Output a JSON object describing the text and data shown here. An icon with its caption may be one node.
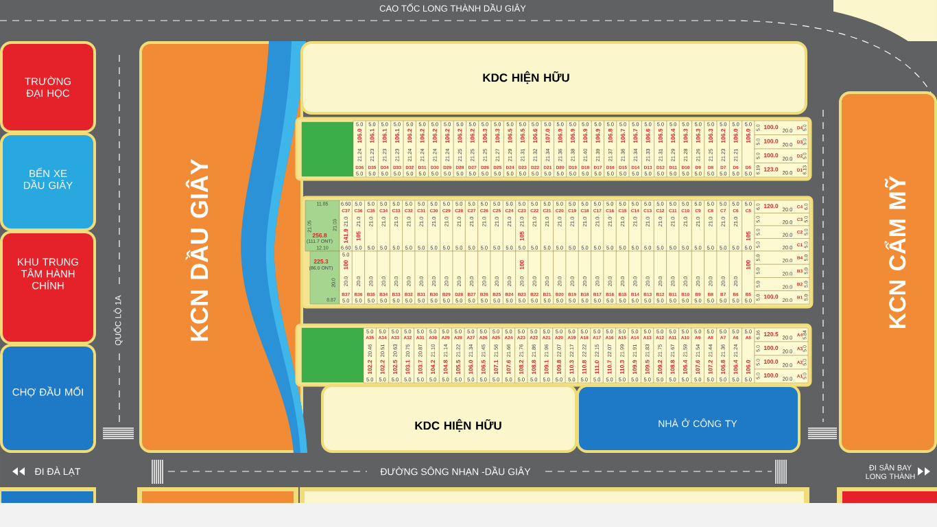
{
  "diagram": {
    "nodes": [
      {
        "text": [
          "TRƯỜNG ĐẠI HỌC"
        ]
      },
      {
        "text": [
          "BẾN XE DẦU GIÂY"
        ]
      },
      {
        "text": [
          "KHU TRUNG TÂM HÀNH CHÍNH"
        ]
      },
      {
        "text": [
          "CHỢ ĐẦU MỐI"
        ]
      },
      {
        "text": [
          "KCN DẦU GIÂY"
        ]
      },
      {
        "text": [
          "KDC HIỆN HỮU"
        ]
      },
      {
        "text": [],
        "shape": "box"
      },
      {
        "text": [],
        "shape": "box",
        "in": 6
      },
      {
        "text": [
          "5.0",
          "106.0",
          "21.24",
          "D36",
          "5.0"
        ],
        "in": 6
      },
      {
        "text": [
          "5.0",
          "106.1",
          "21.23",
          "D35",
          "5.0"
        ],
        "in": 6
      },
      {
        "text": [
          "5.0",
          "106.1",
          "21.23",
          "D34",
          "5.0"
        ],
        "in": 6
      },
      {
        "text": [
          "5.0",
          "106.1",
          "21.23",
          "D33",
          "5.0"
        ],
        "in": 6
      },
      {
        "text": [
          "5.0",
          "106.2",
          "21.24",
          "D32",
          "5.0"
        ],
        "in": 6
      },
      {
        "text": [
          "5.0",
          "106.2",
          "21.24",
          "D31",
          "5.0"
        ],
        "in": 6
      },
      {
        "text": [
          "5.0",
          "106.2",
          "21.24",
          "D30",
          "5.0"
        ],
        "in": 6
      },
      {
        "text": [
          "5.0",
          "106.2",
          "21.24",
          "D29",
          "5.0"
        ],
        "in": 6
      },
      {
        "text": [
          "5.0",
          "106.2",
          "21.25",
          "D28",
          "5.0"
        ],
        "in": 6
      },
      {
        "text": [
          "5.0",
          "106.2",
          "21.25",
          "D27",
          "5.0"
        ],
        "in": 6
      },
      {
        "text": [
          "5.0",
          "106.3",
          "21.25",
          "D26",
          "5.0"
        ],
        "in": 6
      },
      {
        "text": [
          "5.0",
          "106.3",
          "21.27",
          "D25",
          "5.0"
        ],
        "in": 6
      },
      {
        "text": [
          "5.0",
          "106.5",
          "21.29",
          "D24",
          "5.0"
        ],
        "in": 6
      },
      {
        "text": [
          "5.0",
          "106.5",
          "21.31",
          "D23",
          "5.0"
        ],
        "in": 6
      },
      {
        "text": [
          "5.0",
          "106.6",
          "21.32",
          "D22",
          "5.0"
        ],
        "in": 6
      },
      {
        "text": [
          "5.0",
          "107.0",
          "21.34",
          "D21",
          "5.0"
        ],
        "in": 6
      },
      {
        "text": [
          "5.0",
          "106.9",
          "21.36",
          "D20",
          "5.0"
        ],
        "in": 6
      },
      {
        "text": [
          "5.0",
          "106.9",
          "21.38",
          "D19",
          "5.0"
        ],
        "in": 6
      },
      {
        "text": [
          "5.0",
          "106.9",
          "21.40",
          "D18",
          "5.0"
        ],
        "in": 6
      },
      {
        "text": [
          "5.0",
          "106.9",
          "21.39",
          "D17",
          "5.0"
        ],
        "in": 6
      },
      {
        "text": [
          "5.0",
          "106.8",
          "21.37",
          "D16",
          "5.0"
        ],
        "in": 6
      },
      {
        "text": [
          "5.0",
          "106.7",
          "21.36",
          "D15",
          "5.0"
        ],
        "in": 6
      },
      {
        "text": [
          "5.0",
          "106.7",
          "21.34",
          "D14",
          "5.0"
        ],
        "in": 6
      },
      {
        "text": [
          "5.0",
          "106.6",
          "21.33",
          "D13",
          "5.0"
        ],
        "in": 6
      },
      {
        "text": [
          "5.0",
          "106.5",
          "21.31",
          "D12",
          "5.0"
        ],
        "in": 6
      },
      {
        "text": [
          "5.0",
          "106.4",
          "21.29",
          "D11",
          "5.0"
        ],
        "in": 6
      },
      {
        "text": [
          "5.0",
          "106.3",
          "21.28",
          "D10",
          "5.0"
        ],
        "in": 6
      },
      {
        "text": [
          "5.0",
          "106.3",
          "21.26",
          "D9",
          "5.0"
        ],
        "in": 6
      },
      {
        "text": [
          "5.0",
          "106.3",
          "21.25",
          "D8",
          "5.0"
        ],
        "in": 6
      },
      {
        "text": [
          "5.0",
          "106.2",
          "21.23",
          "D7",
          "5.0"
        ],
        "in": 6
      },
      {
        "text": [
          "5.0",
          "106.0",
          "21.21",
          "D6",
          "5.0"
        ],
        "in": 6
      },
      {
        "text": [
          "5.0",
          "106.0",
          "D5",
          "5.0"
        ],
        "in": 6
      },
      {
        "text": [
          "5.0",
          "100.0",
          "20.0",
          "D4",
          "5.0"
        ],
        "in": 6
      },
      {
        "text": [
          "5.0",
          "100.0",
          "20.0",
          "D3",
          "5.0"
        ],
        "in": 6
      },
      {
        "text": [
          "5.0",
          "100.0",
          "20.0",
          "D2",
          "5.0"
        ],
        "in": 6
      },
      {
        "text": [
          "6.19",
          "123.0",
          "20.0",
          "D1",
          "6.13"
        ],
        "in": 6
      },
      {
        "text": [],
        "shape": "box"
      },
      {
        "text": [
          "11.85",
          "21.05",
          "21.03",
          "256.8",
          "(111.7 ONT)",
          "12.10"
        ],
        "in": 44
      },
      {
        "text": [
          "6.60",
          "C37",
          "21.0",
          "141.9",
          "6.60"
        ],
        "in": 44
      },
      {
        "text": [
          "5.0",
          "C36",
          "21.0",
          "105",
          "5.0"
        ],
        "in": 44
      },
      {
        "text": [
          "5.0",
          "C35",
          "21.0",
          "5.0"
        ],
        "in": 44
      },
      {
        "text": [
          "5.0",
          "C34",
          "21.0",
          "5.0"
        ],
        "in": 44
      },
      {
        "text": [
          "5.0",
          "C33",
          "21.0",
          "5.0"
        ],
        "in": 44
      },
      {
        "text": [
          "5.0",
          "C32",
          "21.0",
          "5.0"
        ],
        "in": 44
      },
      {
        "text": [
          "5.0",
          "C31",
          "21.0",
          "5.0"
        ],
        "in": 44
      },
      {
        "text": [
          "5.0",
          "C30",
          "21.0",
          "5.0"
        ],
        "in": 44
      },
      {
        "text": [
          "5.0",
          "C29",
          "21.0",
          "5.0"
        ],
        "in": 44
      },
      {
        "text": [
          "5.0",
          "C28",
          "21.0",
          "5.0"
        ],
        "in": 44
      },
      {
        "text": [
          "5.0",
          "C27",
          "21.0",
          "5.0"
        ],
        "in": 44
      },
      {
        "text": [
          "5.0",
          "C26",
          "21.0",
          "5.0"
        ],
        "in": 44
      },
      {
        "text": [
          "5.0",
          "C25",
          "21.0",
          "5.0"
        ],
        "in": 44
      },
      {
        "text": [
          "5.0",
          "C24",
          "21.0",
          "5.0"
        ],
        "in": 44
      },
      {
        "text": [
          "5.0",
          "C23",
          "21.0",
          "105",
          "5.0"
        ],
        "in": 44
      },
      {
        "text": [
          "5.0",
          "C22",
          "21.0",
          "5.0"
        ],
        "in": 44
      },
      {
        "text": [
          "5.0",
          "C21",
          "21.0",
          "5.0"
        ],
        "in": 44
      },
      {
        "text": [
          "5.0",
          "C20",
          "21.0",
          "5.0"
        ],
        "in": 44
      },
      {
        "text": [
          "5.0",
          "C19",
          "21.0",
          "5.0"
        ],
        "in": 44
      },
      {
        "text": [
          "5.0",
          "C18",
          "21.0",
          "5.0"
        ],
        "in": 44
      },
      {
        "text": [
          "5.0",
          "C17",
          "21.0",
          "5.0"
        ],
        "in": 44
      },
      {
        "text": [
          "5.0",
          "C16",
          "21.0",
          "5.0"
        ],
        "in": 44
      },
      {
        "text": [
          "5.0",
          "C15",
          "21.0",
          "5.0"
        ],
        "in": 44
      },
      {
        "text": [
          "5.0",
          "C14",
          "21.0",
          "5.0"
        ],
        "in": 44
      },
      {
        "text": [
          "5.0",
          "C13",
          "21.0",
          "5.0"
        ],
        "in": 44
      },
      {
        "text": [
          "5.0",
          "C12",
          "21.0",
          "5.0"
        ],
        "in": 44
      },
      {
        "text": [
          "5.0",
          "C11",
          "21.0",
          "5.0"
        ],
        "in": 44
      },
      {
        "text": [
          "5.0",
          "C10",
          "21.0",
          "5.0"
        ],
        "in": 44
      },
      {
        "text": [
          "5.0",
          "C9",
          "21.0",
          "5.0"
        ],
        "in": 44
      },
      {
        "text": [
          "5.0",
          "C8",
          "21.0",
          "5.0"
        ],
        "in": 44
      },
      {
        "text": [
          "5.0",
          "C7",
          "21.0",
          "5.0"
        ],
        "in": 44
      },
      {
        "text": [
          "5.0",
          "C6",
          "21.0",
          "5.0"
        ],
        "in": 44
      },
      {
        "text": [
          "5.0",
          "C5",
          "105",
          "5.0"
        ],
        "in": 44
      },
      {
        "text": [
          "6.0",
          "120.0",
          "20.0",
          "C4",
          "6.0"
        ],
        "in": 44
      },
      {
        "text": [
          "5.0",
          "20.0",
          "C3",
          "5.0"
        ],
        "in": 44
      },
      {
        "text": [
          "5.0",
          "20.0",
          "C2",
          "5.0"
        ],
        "in": 44
      },
      {
        "text": [
          "5.0",
          "20.0",
          "C1",
          "5.0"
        ],
        "in": 44
      },
      {
        "text": [
          "225.3",
          "(86.0 ONT)",
          "20.0",
          "8.87"
        ],
        "in": 44
      },
      {
        "text": [
          "5.0",
          "100",
          "20.0",
          "B37",
          "5.0"
        ],
        "in": 44
      },
      {
        "text": [
          "20.0",
          "B36",
          "5.0"
        ],
        "in": 44
      },
      {
        "text": [
          "20.0",
          "B35",
          "5.0"
        ],
        "in": 44
      },
      {
        "text": [
          "20.0",
          "B34",
          "5.0"
        ],
        "in": 44
      },
      {
        "text": [
          "20.0",
          "B33",
          "5.0"
        ],
        "in": 44
      },
      {
        "text": [
          "20.0",
          "B32",
          "5.0"
        ],
        "in": 44
      },
      {
        "text": [
          "20.0",
          "B31",
          "5.0"
        ],
        "in": 44
      },
      {
        "text": [
          "20.0",
          "B30",
          "5.0"
        ],
        "in": 44
      },
      {
        "text": [
          "20.0",
          "B29",
          "5.0"
        ],
        "in": 44
      },
      {
        "text": [
          "20.0",
          "D28",
          "5.0"
        ],
        "in": 44
      },
      {
        "text": [
          "20.0",
          "B27",
          "5.0"
        ],
        "in": 44
      },
      {
        "text": [
          "20.0",
          "B26",
          "5.0"
        ],
        "in": 44
      },
      {
        "text": [
          "20.0",
          "B25",
          "5.0"
        ],
        "in": 44
      },
      {
        "text": [
          "20.0",
          "B24",
          "5.0"
        ],
        "in": 44
      },
      {
        "text": [
          "100",
          "20.0",
          "B23",
          "5.0"
        ],
        "in": 44
      },
      {
        "text": [
          "20.0",
          "B22",
          "5.0"
        ],
        "in": 44
      },
      {
        "text": [
          "20.0",
          "B21",
          "5.0"
        ],
        "in": 44
      },
      {
        "text": [
          "20.0",
          "B20",
          "5.0"
        ],
        "in": 44
      },
      {
        "text": [
          "20.0",
          "B19",
          "5.0"
        ],
        "in": 44
      },
      {
        "text": [
          "20.0",
          "B18",
          "5.0"
        ],
        "in": 44
      },
      {
        "text": [
          "20.0",
          "B17",
          "5.0"
        ],
        "in": 44
      },
      {
        "text": [
          "20.0",
          "B16",
          "5.0"
        ],
        "in": 44
      },
      {
        "text": [
          "20.0",
          "B15",
          "5.0"
        ],
        "in": 44
      },
      {
        "text": [
          "20.0",
          "B14",
          "5.0"
        ],
        "in": 44
      },
      {
        "text": [
          "20.0",
          "B13",
          "5.0"
        ],
        "in": 44
      },
      {
        "text": [
          "20.0",
          "B12",
          "5.0"
        ],
        "in": 44
      },
      {
        "text": [
          "20.0",
          "B11",
          "5.0"
        ],
        "in": 44
      },
      {
        "text": [
          "20.0",
          "B10",
          "5.0"
        ],
        "in": 44
      },
      {
        "text": [
          "20.0",
          "B9",
          "5.0"
        ],
        "in": 44
      },
      {
        "text": [
          "20.0",
          "B8",
          "5.0"
        ],
        "in": 44
      },
      {
        "text": [
          "20.0",
          "B7",
          "5.0"
        ],
        "in": 44
      },
      {
        "text": [
          "20.0",
          "B6",
          "5.0"
        ],
        "in": 44
      },
      {
        "text": [
          "100",
          "B5",
          "5.0"
        ],
        "in": 44
      },
      {
        "text": [
          "5.0",
          "20.0",
          "B4",
          "5.0"
        ],
        "in": 44
      },
      {
        "text": [
          "5.0",
          "20.0",
          "B3",
          "5.0"
        ],
        "in": 44
      },
      {
        "text": [
          "5.0",
          "20.0",
          "B2",
          "5.0"
        ],
        "in": 44
      },
      {
        "text": [
          "5.0",
          "100.0",
          "20.0",
          "B1",
          "5.0"
        ],
        "in": 44
      },
      {
        "text": [],
        "shape": "box"
      },
      {
        "text": [],
        "shape": "box",
        "in": 121
      },
      {
        "text": [
          "5.0",
          "A35",
          "20.46",
          "102.2",
          "5.0"
        ],
        "in": 121
      },
      {
        "text": [
          "5.0",
          "A34",
          "20.51",
          "102.2",
          "5.0"
        ],
        "in": 121
      },
      {
        "text": [
          "5.0",
          "A33",
          "20.63",
          "102.5",
          "5.0"
        ],
        "in": 121
      },
      {
        "text": [
          "5.0",
          "A32",
          "20.75",
          "103.1",
          "5.0"
        ],
        "in": 121
      },
      {
        "text": [
          "5.0",
          "A31",
          "20.87",
          "103.7",
          "5.0"
        ],
        "in": 121
      },
      {
        "text": [
          "5.0",
          "A30",
          "21.10",
          "104.2",
          "5.0"
        ],
        "in": 121
      },
      {
        "text": [
          "5.0",
          "A29",
          "21.14",
          "104.8",
          "5.0"
        ],
        "in": 121
      },
      {
        "text": [
          "5.0",
          "A28",
          "21.22",
          "105.5",
          "5.0"
        ],
        "in": 121
      },
      {
        "text": [
          "5.0",
          "A27",
          "21.34",
          "106.0",
          "5.0"
        ],
        "in": 121
      },
      {
        "text": [
          "5.0",
          "A26",
          "21.45",
          "106.5",
          "5.0"
        ],
        "in": 121
      },
      {
        "text": [
          "5.0",
          "A25",
          "21.56",
          "107.1",
          "5.0"
        ],
        "in": 121
      },
      {
        "text": [
          "5.0",
          "A24",
          "21.66",
          "107.6",
          "5.0"
        ],
        "in": 121
      },
      {
        "text": [
          "5.0",
          "A23",
          "21.76",
          "108.2",
          "5.0"
        ],
        "in": 121
      },
      {
        "text": [
          "5.0",
          "A22",
          "21.86",
          "108.8",
          "5.0"
        ],
        "in": 121
      },
      {
        "text": [
          "5.0",
          "A21",
          "21.96",
          "109.1",
          "5.0"
        ],
        "in": 121
      },
      {
        "text": [
          "5.0",
          "A20",
          "22.07",
          "109.8",
          "5.0"
        ],
        "in": 121
      },
      {
        "text": [
          "5.0",
          "A19",
          "22.17",
          "110.3",
          "5.0"
        ],
        "in": 121
      },
      {
        "text": [
          "5.0",
          "A18",
          "22.22",
          "110.8",
          "5.0"
        ],
        "in": 121
      },
      {
        "text": [
          "5.0",
          "A17",
          "22.15",
          "111.0",
          "5.0"
        ],
        "in": 121
      },
      {
        "text": [
          "5.0",
          "A16",
          "22.07",
          "110.7",
          "5.0"
        ],
        "in": 121
      },
      {
        "text": [
          "5.0",
          "A15",
          "21.99",
          "110.3",
          "5.0"
        ],
        "in": 121
      },
      {
        "text": [
          "5.0",
          "A14",
          "21.91",
          "109.9",
          "5.0"
        ],
        "in": 121
      },
      {
        "text": [
          "5.0",
          "A13",
          "21.83",
          "109.5",
          "5.0"
        ],
        "in": 121
      },
      {
        "text": [
          "5.0",
          "A12",
          "21.75",
          "109.2",
          "5.0"
        ],
        "in": 121
      },
      {
        "text": [
          "5.0",
          "A11",
          "21.67",
          "108.8",
          "5.0"
        ],
        "in": 121
      },
      {
        "text": [
          "5.0",
          "A10",
          "21.59",
          "106.4",
          "5.0"
        ],
        "in": 121
      },
      {
        "text": [
          "5.0",
          "A9",
          "21.54",
          "107.6",
          "5.0"
        ],
        "in": 121
      },
      {
        "text": [
          "5.0",
          "A8",
          "21.44",
          "107.2",
          "5.0"
        ],
        "in": 121
      },
      {
        "text": [
          "5.0",
          "A7",
          "21.36",
          "106.8",
          "5.0"
        ],
        "in": 121
      },
      {
        "text": [
          "5.0",
          "A6",
          "21.24",
          "106.4",
          "5.0"
        ],
        "in": 121
      },
      {
        "text": [
          "5.0",
          "A5",
          "106.0",
          "5.0"
        ],
        "in": 121
      },
      {
        "text": [
          "6.16",
          "120.5",
          "20.0",
          "A4",
          "5.84"
        ],
        "in": 121
      },
      {
        "text": [
          "5.0",
          "100.0",
          "20.0",
          "A3",
          "5.0"
        ],
        "in": 121
      },
      {
        "text": [
          "5.0",
          "100.0",
          "20.0",
          "A2",
          "5.0"
        ],
        "in": 121
      },
      {
        "text": [
          "5.0",
          "100.0",
          "20.0",
          "A1",
          "5.0"
        ],
        "in": 121
      },
      {
        "text": [
          "KDC HIỆN HỮU"
        ]
      },
      {
        "text": [
          "NHÀ Ở CÔNG TY"
        ]
      },
      {
        "text": [
          "KCN CẨM MỸ"
        ]
      }
    ],
    "labels": [
      "CAO TỐC LONG THÀNH DẦU GIÂY",
      "QUỐC LỘ 1A",
      "ĐI ĐÀ LẠT",
      "ĐƯỜNG SÔNG NHẠN -DẦU GIÂY",
      "ĐI SÂN BAY LONG THÀNH"
    ]
  }
}
